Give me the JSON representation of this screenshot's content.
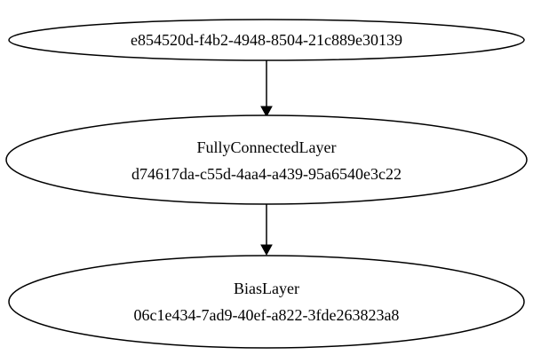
{
  "graph": {
    "nodes": [
      {
        "id": "input",
        "lines": [
          "e854520d-f4b2-4948-8504-21c889e30139"
        ]
      },
      {
        "id": "fully-connected",
        "lines": [
          "FullyConnectedLayer",
          "d74617da-c55d-4aa4-a439-95a6540e3c22"
        ]
      },
      {
        "id": "bias",
        "lines": [
          "BiasLayer",
          "06c1e434-7ad9-40ef-a822-3fde263823a8"
        ]
      }
    ],
    "edges": [
      {
        "from": "input",
        "to": "fully-connected"
      },
      {
        "from": "fully-connected",
        "to": "bias"
      }
    ],
    "colors": {
      "stroke": "#000000",
      "fill": "#ffffff",
      "text": "#000000"
    }
  }
}
